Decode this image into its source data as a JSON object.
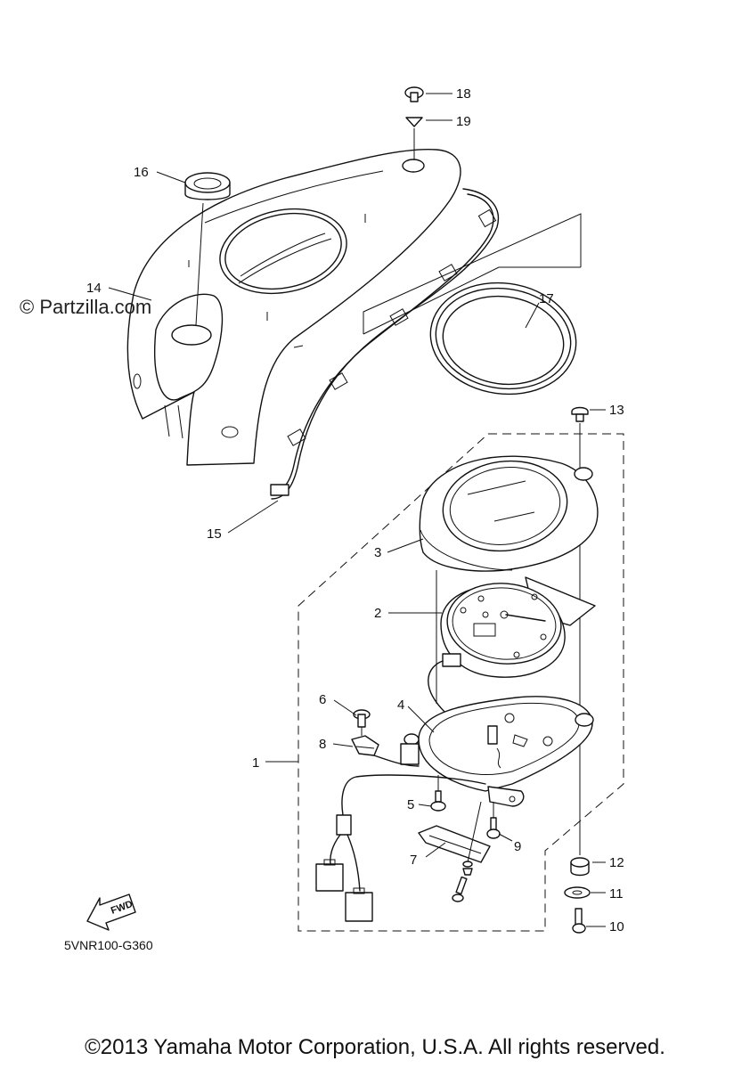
{
  "watermark": "© Partzilla.com",
  "diagram_code": "5VNR100-G360",
  "fwd_label": "FWD",
  "copyright": "©2013 Yamaha Motor Corporation, U.S.A. All rights reserved.",
  "callouts": {
    "c1": "1",
    "c2": "2",
    "c3": "3",
    "c4": "4",
    "c5": "5",
    "c6": "6",
    "c7": "7",
    "c8": "8",
    "c9": "9",
    "c10": "10",
    "c11": "11",
    "c12": "12",
    "c13": "13",
    "c14": "14",
    "c15": "15",
    "c16": "16",
    "c17": "17",
    "c18": "18",
    "c19": "19"
  }
}
